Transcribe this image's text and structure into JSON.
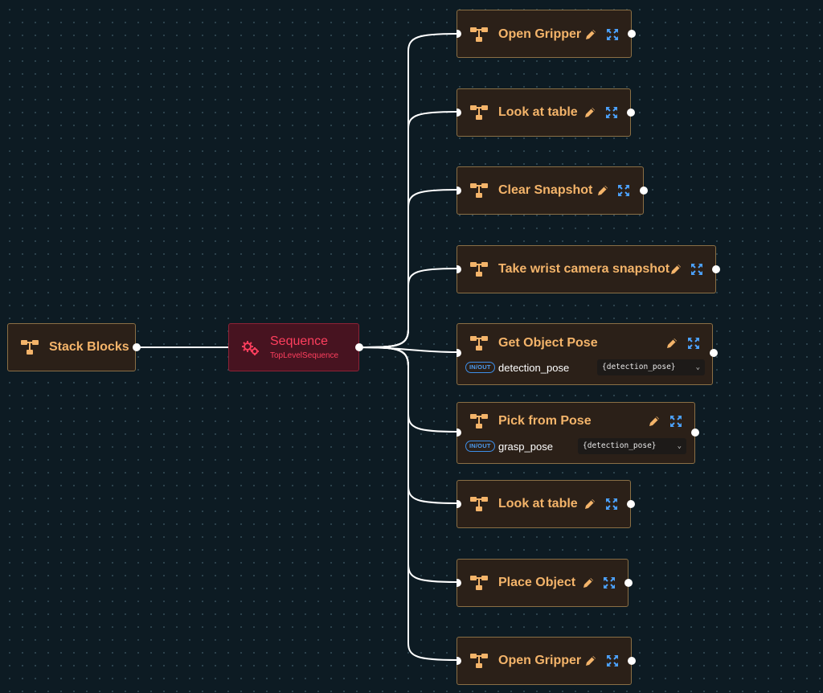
{
  "colors": {
    "background": "#0d1b23",
    "node_fill": "#2b2018",
    "node_border": "#8a6f45",
    "node_text": "#f4b46a",
    "sequence_fill": "#471320",
    "sequence_text": "#ff3f5e",
    "edit_icon": "#f4b46a",
    "expand_icon": "#4ca2ff",
    "io_badge": "#3d8ee8",
    "edge": "#ffffff"
  },
  "root": {
    "label": "Stack Blocks",
    "icon": "tree-branch-icon"
  },
  "sequence": {
    "label": "Sequence",
    "sublabel": "TopLevelSequence",
    "icon": "gears-icon"
  },
  "children": [
    {
      "label": "Open Gripper"
    },
    {
      "label": "Look at table"
    },
    {
      "label": "Clear Snapshot"
    },
    {
      "label": "Take wrist camera snapshot"
    },
    {
      "label": "Get Object Pose",
      "port": {
        "badge": "IN/OUT",
        "name": "detection_pose",
        "value": "{detection_pose}"
      }
    },
    {
      "label": "Pick from Pose",
      "port": {
        "badge": "IN/OUT",
        "name": "grasp_pose",
        "value": "{detection_pose}"
      }
    },
    {
      "label": "Look at table"
    },
    {
      "label": "Place Object"
    },
    {
      "label": "Open Gripper"
    }
  ]
}
